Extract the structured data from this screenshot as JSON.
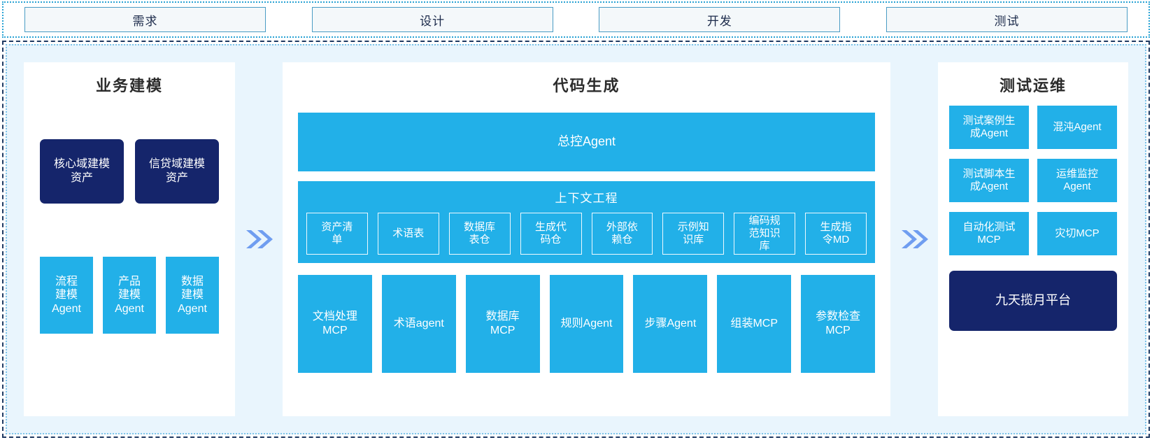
{
  "stages": [
    {
      "label": "需求"
    },
    {
      "label": "设计"
    },
    {
      "label": "开发"
    },
    {
      "label": "测试"
    }
  ],
  "colors": {
    "tile_blue": "#22b0e8",
    "tile_navy": "#15256b",
    "arrow": "#6f9df0",
    "panel_bg": "#ffffff",
    "board_bg": "#e9f5fd",
    "stage_border": "#4a9cc4"
  },
  "arrows": [
    {
      "name": "arrow-left-to-mid",
      "glyph": "chevron-double-right-icon"
    },
    {
      "name": "arrow-mid-to-right",
      "glyph": "chevron-double-right-icon"
    }
  ],
  "left_panel": {
    "title": "业务建模",
    "assets": [
      {
        "label": "核心域建模\n资产"
      },
      {
        "label": "信贷域建模\n资产"
      }
    ],
    "agents": [
      {
        "label": "流程\n建模\nAgent"
      },
      {
        "label": "产品\n建模\nAgent"
      },
      {
        "label": "数据\n建模\nAgent"
      }
    ]
  },
  "mid_panel": {
    "title": "代码生成",
    "controller": "总控Agent",
    "context": {
      "title": "上下文工程",
      "items": [
        {
          "label": "资产清\n单"
        },
        {
          "label": "术语表"
        },
        {
          "label": "数据库\n表仓"
        },
        {
          "label": "生成代\n码仓"
        },
        {
          "label": "外部依\n赖仓"
        },
        {
          "label": "示例知\n识库"
        },
        {
          "label": "编码规\n范知识\n库"
        },
        {
          "label": "生成指\n令MD"
        }
      ]
    },
    "tools": [
      {
        "label": "文档处理\nMCP"
      },
      {
        "label": "术语agent"
      },
      {
        "label": "数据库\nMCP"
      },
      {
        "label": "规则Agent"
      },
      {
        "label": "步骤Agent"
      },
      {
        "label": "组装MCP"
      },
      {
        "label": "参数检查\nMCP"
      }
    ]
  },
  "right_panel": {
    "title": "测试运维",
    "rows": [
      [
        {
          "label": "测试案例生\n成Agent"
        },
        {
          "label": "混沌Agent"
        }
      ],
      [
        {
          "label": "测试脚本生\n成Agent"
        },
        {
          "label": "运维监控\nAgent"
        }
      ],
      [
        {
          "label": "自动化测试\nMCP"
        },
        {
          "label": "灾切MCP"
        }
      ]
    ],
    "platform": "九天揽月平台"
  }
}
